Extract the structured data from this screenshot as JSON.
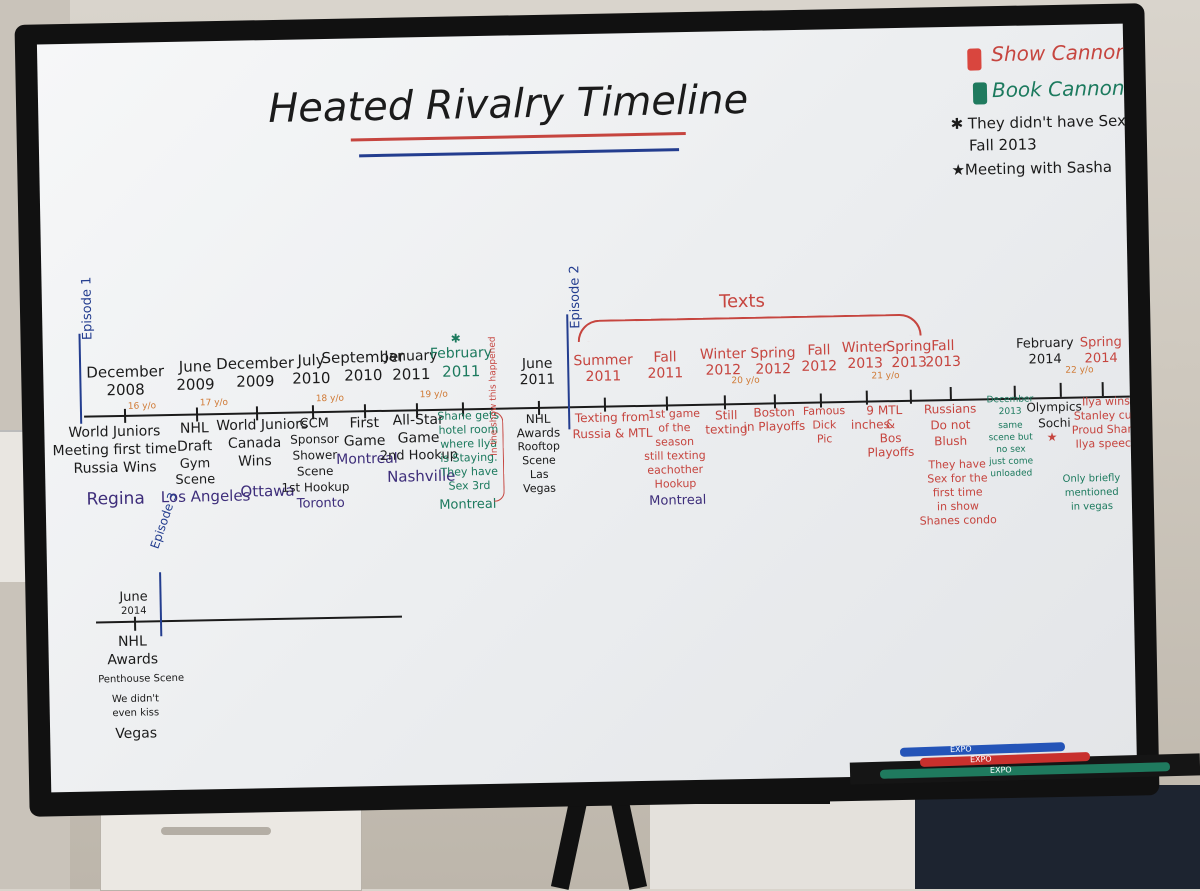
{
  "board": {
    "title": "Heated Rivalry Timeline",
    "legend": {
      "show_canon": "Show Cannon",
      "book_canon": "Book Cannon",
      "note_star1": "They didn't have Sex until",
      "note_star1b": "Fall 2013",
      "note_star2": "Meeting with Sasha",
      "show_color": "#d9463e",
      "book_color": "#1f7a5e"
    },
    "episodes": {
      "ep1": "Episode 1",
      "ep2": "Episode 2",
      "ep3": "Episode 3"
    },
    "texts_label": "Texts",
    "timeline1": [
      {
        "date1": "December",
        "date2": "2008",
        "age": "16 y/o",
        "desc": [
          "World Juniors",
          "Meeting first time",
          "Russia Wins"
        ],
        "place": "Regina"
      },
      {
        "date1": "June",
        "date2": "2009",
        "age": "17 y/o",
        "desc": [
          "NHL",
          "Draft",
          "Gym",
          "Scene"
        ],
        "place": "Los Angeles"
      },
      {
        "date1": "December",
        "date2": "2009",
        "age": "",
        "desc": [
          "World Juniors",
          "Canada",
          "Wins"
        ],
        "place": "Ottawa"
      },
      {
        "date1": "July",
        "date2": "2010",
        "age": "18 y/o",
        "desc": [
          "CCM",
          "Sponsor",
          "Shower",
          "Scene",
          "1st Hookup"
        ],
        "place": "Toronto"
      },
      {
        "date1": "September",
        "date2": "2010",
        "age": "",
        "desc": [
          "First",
          "Game"
        ],
        "place": "Montreal"
      },
      {
        "date1": "January",
        "date2": "2011",
        "age": "19 y/o",
        "desc": [
          "All-Star",
          "Game",
          "2nd Hookup"
        ],
        "place": "Nashville"
      },
      {
        "date1": "February",
        "date2": "2011",
        "age": "",
        "desc": [
          "Shane gets",
          "hotel room",
          "where Ilya",
          "is Staying.",
          "They have",
          "Sex 3rd"
        ],
        "place": "Montreal"
      },
      {
        "date1": "June",
        "date2": "2011",
        "age": "",
        "desc": [
          "NHL",
          "Awards",
          "Rooftop",
          "Scene",
          "Las",
          "Vegas"
        ],
        "place": ""
      }
    ],
    "side_note": "In the show this happened",
    "timeline2": [
      {
        "date1": "Summer",
        "date2": "2011",
        "age": "",
        "desc": [
          "Texting from",
          "Russia & MTL"
        ]
      },
      {
        "date1": "Fall",
        "date2": "2011",
        "age": "",
        "desc": [
          "1st game",
          "of the",
          "season",
          "still texting",
          "eachother",
          "Hookup"
        ],
        "place": "Montreal"
      },
      {
        "date1": "Winter",
        "date2": "2012",
        "age": "20 y/o",
        "desc": [
          "Still",
          "texting"
        ]
      },
      {
        "date1": "Spring",
        "date2": "2012",
        "age": "",
        "desc": [
          "Boston",
          "in Playoffs"
        ]
      },
      {
        "date1": "Fall",
        "date2": "2012",
        "age": "",
        "desc": [
          "Famous",
          "Dick",
          "Pic"
        ]
      },
      {
        "date1": "Winter",
        "date2": "2013",
        "age": "21 y/o",
        "desc": [
          "9",
          "inches"
        ]
      },
      {
        "date1": "Spring",
        "date2": "2013",
        "age": "",
        "desc": [
          "MTL",
          "&",
          "Bos",
          "Playoffs"
        ]
      },
      {
        "date1": "Fall",
        "date2": "2013",
        "age": "",
        "desc": [
          "Russians",
          "Do not",
          "Blush",
          "They have",
          "Sex for the",
          "first time",
          "in show",
          "Shanes condo"
        ]
      },
      {
        "date1": "",
        "date2": "",
        "age": "",
        "desc": [
          "December",
          "2013",
          "same",
          "scene but",
          "no sex",
          "just come",
          "unloaded"
        ]
      },
      {
        "date1": "February",
        "date2": "2014",
        "age": "22 y/o",
        "desc": [
          "Olympics",
          "Sochi"
        ]
      },
      {
        "date1": "Spring",
        "date2": "2014",
        "age": "",
        "desc": [
          "Ilya wins",
          "Stanley cup",
          "Proud Shane",
          "Ilya speech"
        ]
      }
    ],
    "vegas_note": [
      "Only briefly",
      "mentioned",
      "in vegas"
    ],
    "timeline3": {
      "date1": "June",
      "date2": "2014",
      "desc": [
        "NHL",
        "Awards",
        "Penthouse Scene",
        "We didn't",
        "even kiss"
      ],
      "place": "Vegas"
    },
    "markers": [
      "EXPO",
      "EXPO",
      "EXPO"
    ]
  }
}
